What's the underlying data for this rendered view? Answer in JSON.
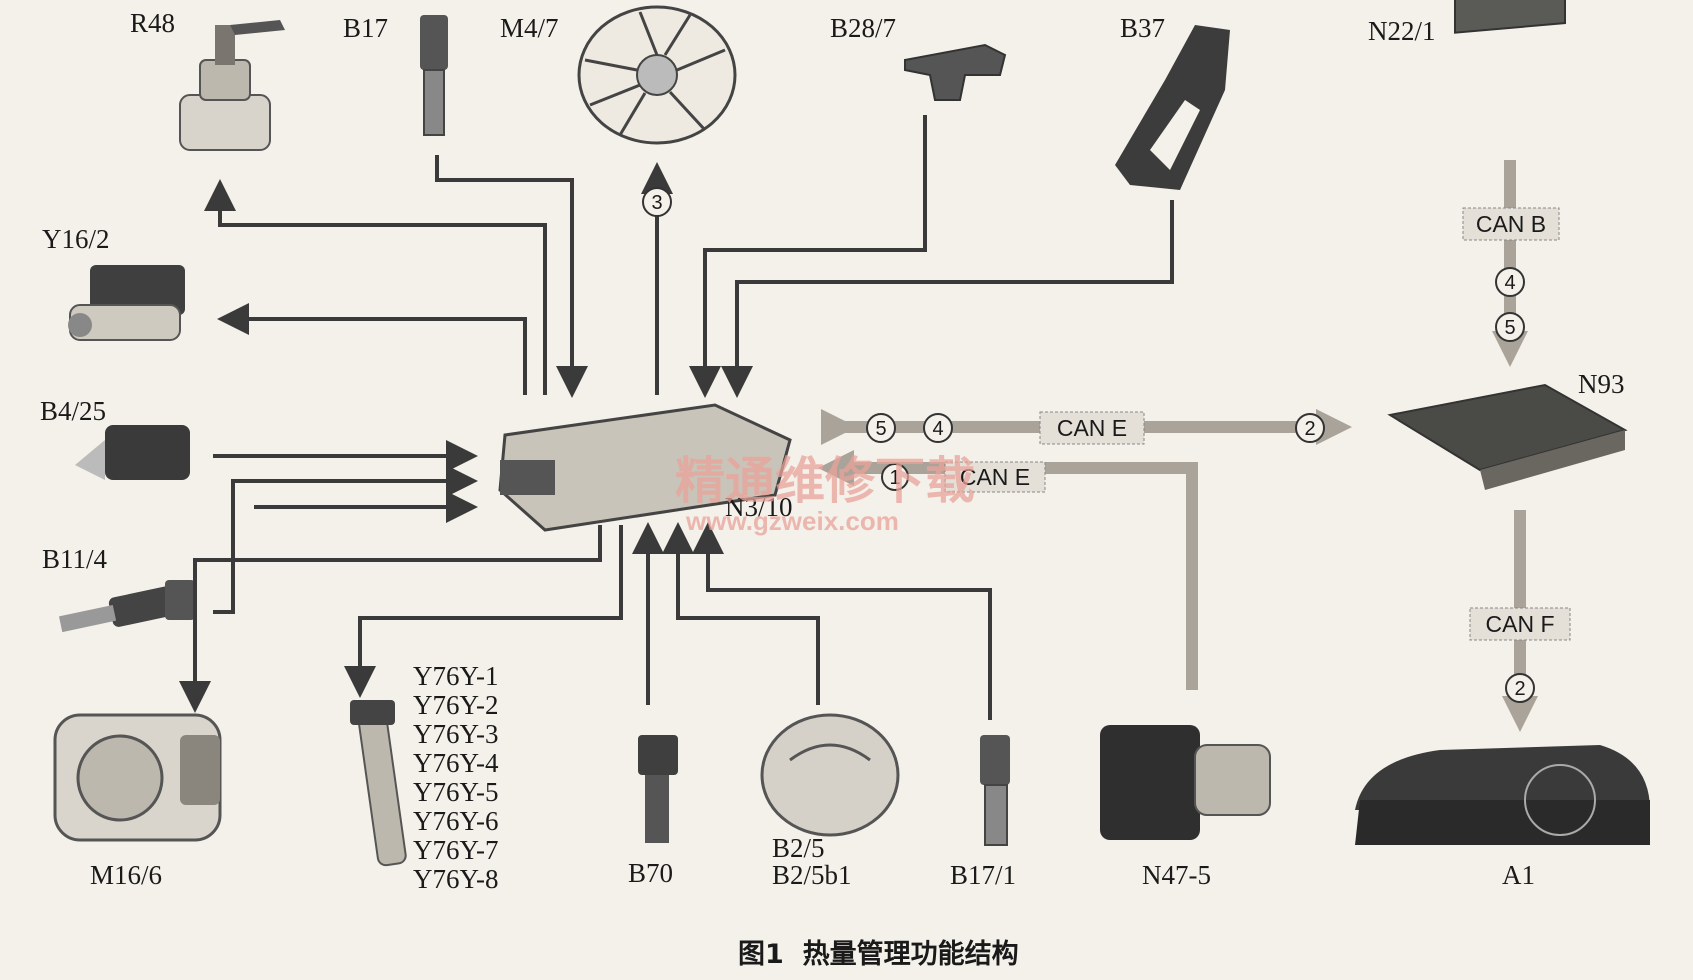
{
  "components": {
    "r48": "R48",
    "b17": "B17",
    "m47": "M4/7",
    "b287": "B28/7",
    "b37": "B37",
    "n221": "N22/1",
    "y162": "Y16/2",
    "b425": "B4/25",
    "b114": "B11/4",
    "m166": "M16/6",
    "y76": [
      "Y76Y-1",
      "Y76Y-2",
      "Y76Y-3",
      "Y76Y-4",
      "Y76Y-5",
      "Y76Y-6",
      "Y76Y-7",
      "Y76Y-8"
    ],
    "b70": "B70",
    "b25": "B2/5",
    "b25b1": "B2/5b1",
    "b171": "B17/1",
    "n475": "N47-5",
    "n310": "N3/10",
    "n93": "N93",
    "a1": "A1"
  },
  "buses": {
    "can_b": "CAN B",
    "can_e": "CAN E",
    "can_e2": "CAN E",
    "can_f": "CAN F"
  },
  "markers": {
    "m3": "3",
    "m4a": "4",
    "m5a": "5",
    "m5b": "5",
    "m4b": "4",
    "m2a": "2",
    "m1": "1",
    "m2b": "2"
  },
  "watermark": {
    "cn": "精通维修下载",
    "url": "www.gzweix.com"
  },
  "caption": "图1  热量管理功能结构",
  "colors": {
    "line": "#3a3a3a",
    "bus": "#a9a39a",
    "watermark": "#e9a39a",
    "background": "#f4f1ea"
  }
}
